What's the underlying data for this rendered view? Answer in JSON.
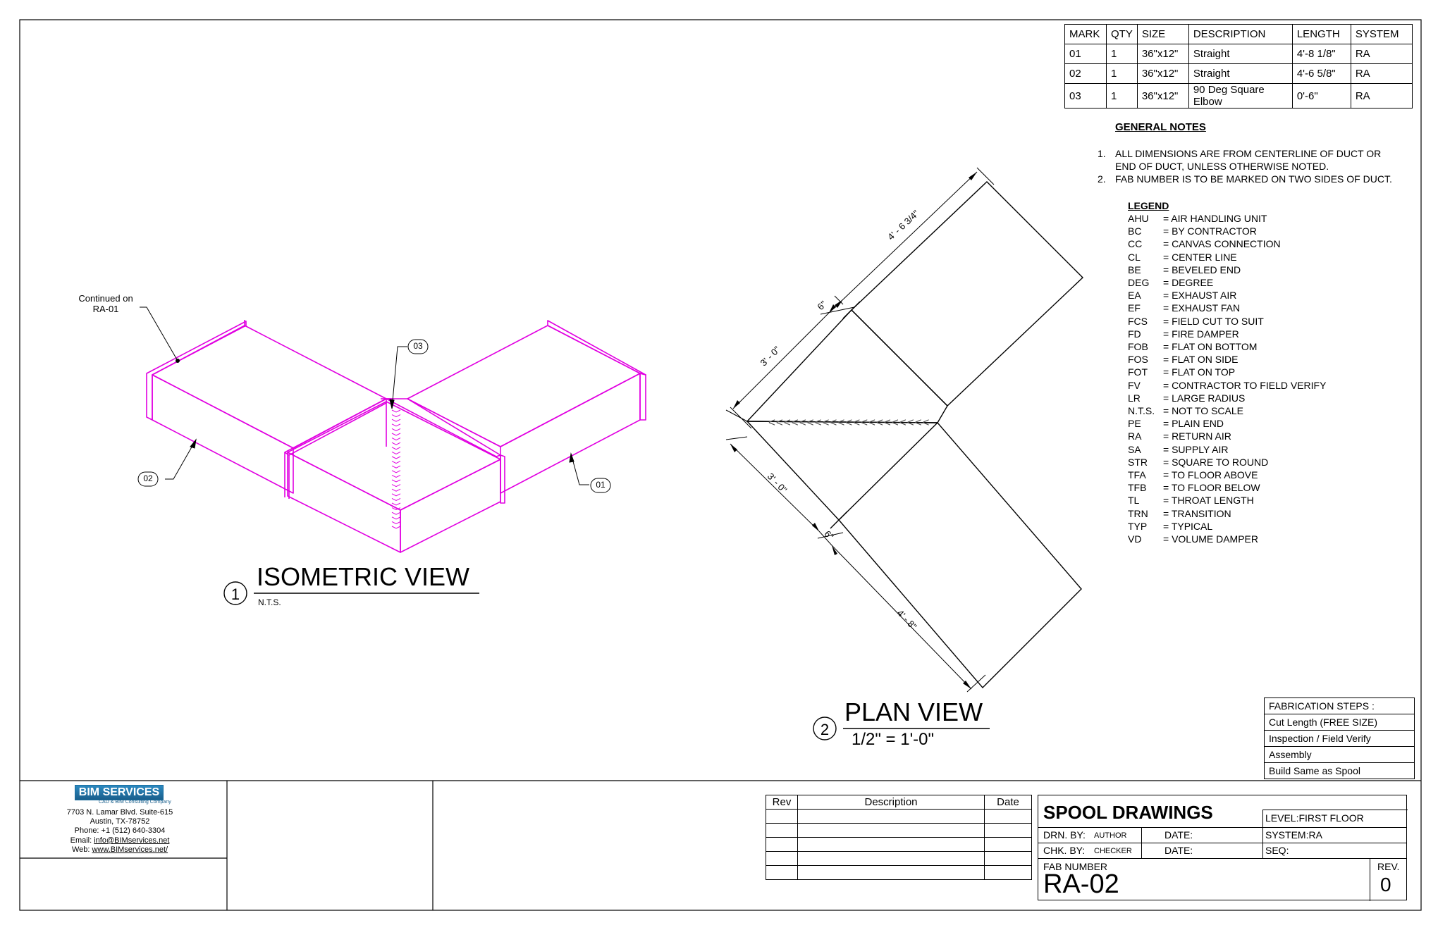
{
  "bom": {
    "headers": [
      "MARK",
      "QTY",
      "SIZE",
      "DESCRIPTION",
      "LENGTH",
      "SYSTEM"
    ],
    "rows": [
      [
        "01",
        "1",
        "36\"x12\"",
        "Straight",
        "4'-8 1/8\"",
        "RA"
      ],
      [
        "02",
        "1",
        "36\"x12\"",
        "Straight",
        "4'-6 5/8\"",
        "RA"
      ],
      [
        "03",
        "1",
        "36\"x12\"",
        "90 Deg Square Elbow",
        "0'-6\"",
        "RA"
      ]
    ]
  },
  "general_notes": {
    "title": "GENERAL NOTES",
    "items": [
      {
        "num": "1.",
        "lines": [
          "ALL DIMENSIONS ARE FROM CENTERLINE OF DUCT OR",
          "END OF DUCT, UNLESS OTHERWISE NOTED."
        ]
      },
      {
        "num": "2.",
        "lines": [
          "FAB NUMBER IS TO BE MARKED ON TWO SIDES OF DUCT."
        ]
      }
    ]
  },
  "legend": {
    "title": "LEGEND",
    "items": [
      {
        "abbr": "AHU",
        "meaning": "= AIR HANDLING UNIT"
      },
      {
        "abbr": "BC",
        "meaning": "= BY CONTRACTOR"
      },
      {
        "abbr": "CC",
        "meaning": "= CANVAS CONNECTION"
      },
      {
        "abbr": "CL",
        "meaning": "= CENTER LINE"
      },
      {
        "abbr": "BE",
        "meaning": "= BEVELED END"
      },
      {
        "abbr": "DEG",
        "meaning": "= DEGREE"
      },
      {
        "abbr": "EA",
        "meaning": "= EXHAUST AIR"
      },
      {
        "abbr": "EF",
        "meaning": "= EXHAUST FAN"
      },
      {
        "abbr": "FCS",
        "meaning": "= FIELD CUT TO SUIT"
      },
      {
        "abbr": "FD",
        "meaning": "= FIRE DAMPER"
      },
      {
        "abbr": "FOB",
        "meaning": "= FLAT ON BOTTOM"
      },
      {
        "abbr": "FOS",
        "meaning": "= FLAT ON SIDE"
      },
      {
        "abbr": "FOT",
        "meaning": "= FLAT ON TOP"
      },
      {
        "abbr": "FV",
        "meaning": "= CONTRACTOR TO FIELD VERIFY"
      },
      {
        "abbr": "LR",
        "meaning": "= LARGE RADIUS"
      },
      {
        "abbr": "N.T.S.",
        "meaning": "= NOT TO SCALE"
      },
      {
        "abbr": "PE",
        "meaning": "= PLAIN END"
      },
      {
        "abbr": "RA",
        "meaning": "= RETURN AIR"
      },
      {
        "abbr": "SA",
        "meaning": "= SUPPLY AIR"
      },
      {
        "abbr": "STR",
        "meaning": "= SQUARE TO ROUND"
      },
      {
        "abbr": "TFA",
        "meaning": "= TO FLOOR ABOVE"
      },
      {
        "abbr": "TFB",
        "meaning": "= TO FLOOR BELOW"
      },
      {
        "abbr": "TL",
        "meaning": "= THROAT LENGTH"
      },
      {
        "abbr": "TRN",
        "meaning": "= TRANSITION"
      },
      {
        "abbr": "TYP",
        "meaning": "= TYPICAL"
      },
      {
        "abbr": "VD",
        "meaning": "= VOLUME DAMPER"
      }
    ]
  },
  "iso_view": {
    "number": "1",
    "title": "ISOMETRIC VIEW",
    "scale": "N.T.S.",
    "continued_note": [
      "Continued on",
      "RA-01"
    ],
    "tags": [
      "01",
      "02",
      "03"
    ]
  },
  "plan_view": {
    "number": "2",
    "title": "PLAN VIEW",
    "scale": "1/2\" = 1'-0\"",
    "dims": [
      "4' - 6 3/4\"",
      "6\"",
      "3' - 0\"",
      "3' - 0\"",
      "6\"",
      "4' - 8\""
    ],
    "flow_arrows": "<<<<<<<<<<<<<<<<<<<<<"
  },
  "fabrication_steps": {
    "title": "FABRICATION STEPS :",
    "steps": [
      "Cut Length (FREE SIZE)",
      "Inspection / Field Verify",
      "Assembly",
      "Build Same as Spool"
    ]
  },
  "revision_table": {
    "headers": [
      "Rev",
      "Description",
      "Date"
    ]
  },
  "title_block": {
    "title": "SPOOL DRAWINGS",
    "level": "LEVEL:FIRST FLOOR",
    "system": "SYSTEM:RA",
    "seq": "SEQ:",
    "drn_label": "DRN. BY:",
    "drn_value": "AUTHOR",
    "chk_label": "CHK. BY:",
    "chk_value": "CHECKER",
    "date_label": "DATE:",
    "fab_label": "FAB NUMBER",
    "fab_number": "RA-02",
    "rev_label": "REV.",
    "rev_value": "0"
  },
  "company": {
    "logo": "BIM SERVICES",
    "tagline": "CAD & BIM Consulting Company",
    "address1": "7703 N. Lamar Blvd. Suite-615",
    "address2": "Austin, TX-78752",
    "phone": "Phone: +1 (512) 640-3304",
    "email_label": "Email: ",
    "email": "info@BIMservices.net",
    "web_label": "Web: ",
    "web": "www.BIMservices.net/"
  },
  "colors": {
    "duct": "#e100e1",
    "line": "#000000"
  }
}
